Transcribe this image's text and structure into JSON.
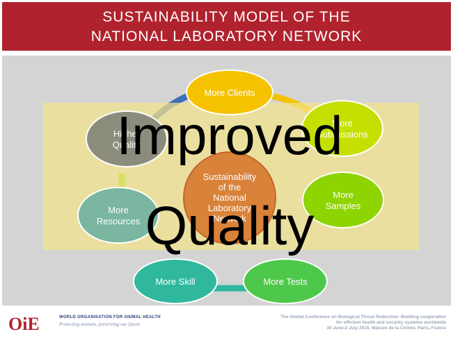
{
  "title": {
    "line1": "SUSTAINABILITY MODEL OF THE",
    "line2": "NATIONAL LABORATORY NETWORK"
  },
  "center_label": [
    "Sustainability",
    "of the",
    "National",
    "Laboratory",
    "Network"
  ],
  "nodes": [
    {
      "id": "clients",
      "lines": [
        "More Clients"
      ],
      "color": "#f5c200"
    },
    {
      "id": "submitters",
      "lines": [
        "More",
        "Submissions"
      ],
      "color": "#c5e000"
    },
    {
      "id": "samples",
      "lines": [
        "More",
        "Samples"
      ],
      "color": "#8ed400"
    },
    {
      "id": "tests",
      "lines": [
        "More Tests"
      ],
      "color": "#4dc84a"
    },
    {
      "id": "skill",
      "lines": [
        "More Skill"
      ],
      "color": "#2fb89e"
    },
    {
      "id": "resources",
      "lines": [
        "More",
        "Resources"
      ],
      "color": "#7ab6a0"
    },
    {
      "id": "quality",
      "lines": [
        "Higher",
        "Quality"
      ],
      "color": "#8c8c7c"
    }
  ],
  "overlay_text": {
    "line1": "Improved",
    "line2": "Quality"
  },
  "footer": {
    "logo_text": "OIE",
    "org_name": "WORLD ORGANISATION FOR ANIMAL HEALTH",
    "tagline": "Protecting animals, preserving our future",
    "conference": [
      "The Global Conference on Biological Threat Reduction: Building cooperation",
      "for efficient health and security systems worldwide",
      "30 June-2 July 2015, Maison de la Chimie, Paris, France"
    ]
  },
  "colors": {
    "title_bar": "#b0232e",
    "background": "#d4d4d4",
    "overlay_box": "#f4e38a",
    "center": "#d9823a",
    "ring": "#3f6fb5"
  }
}
